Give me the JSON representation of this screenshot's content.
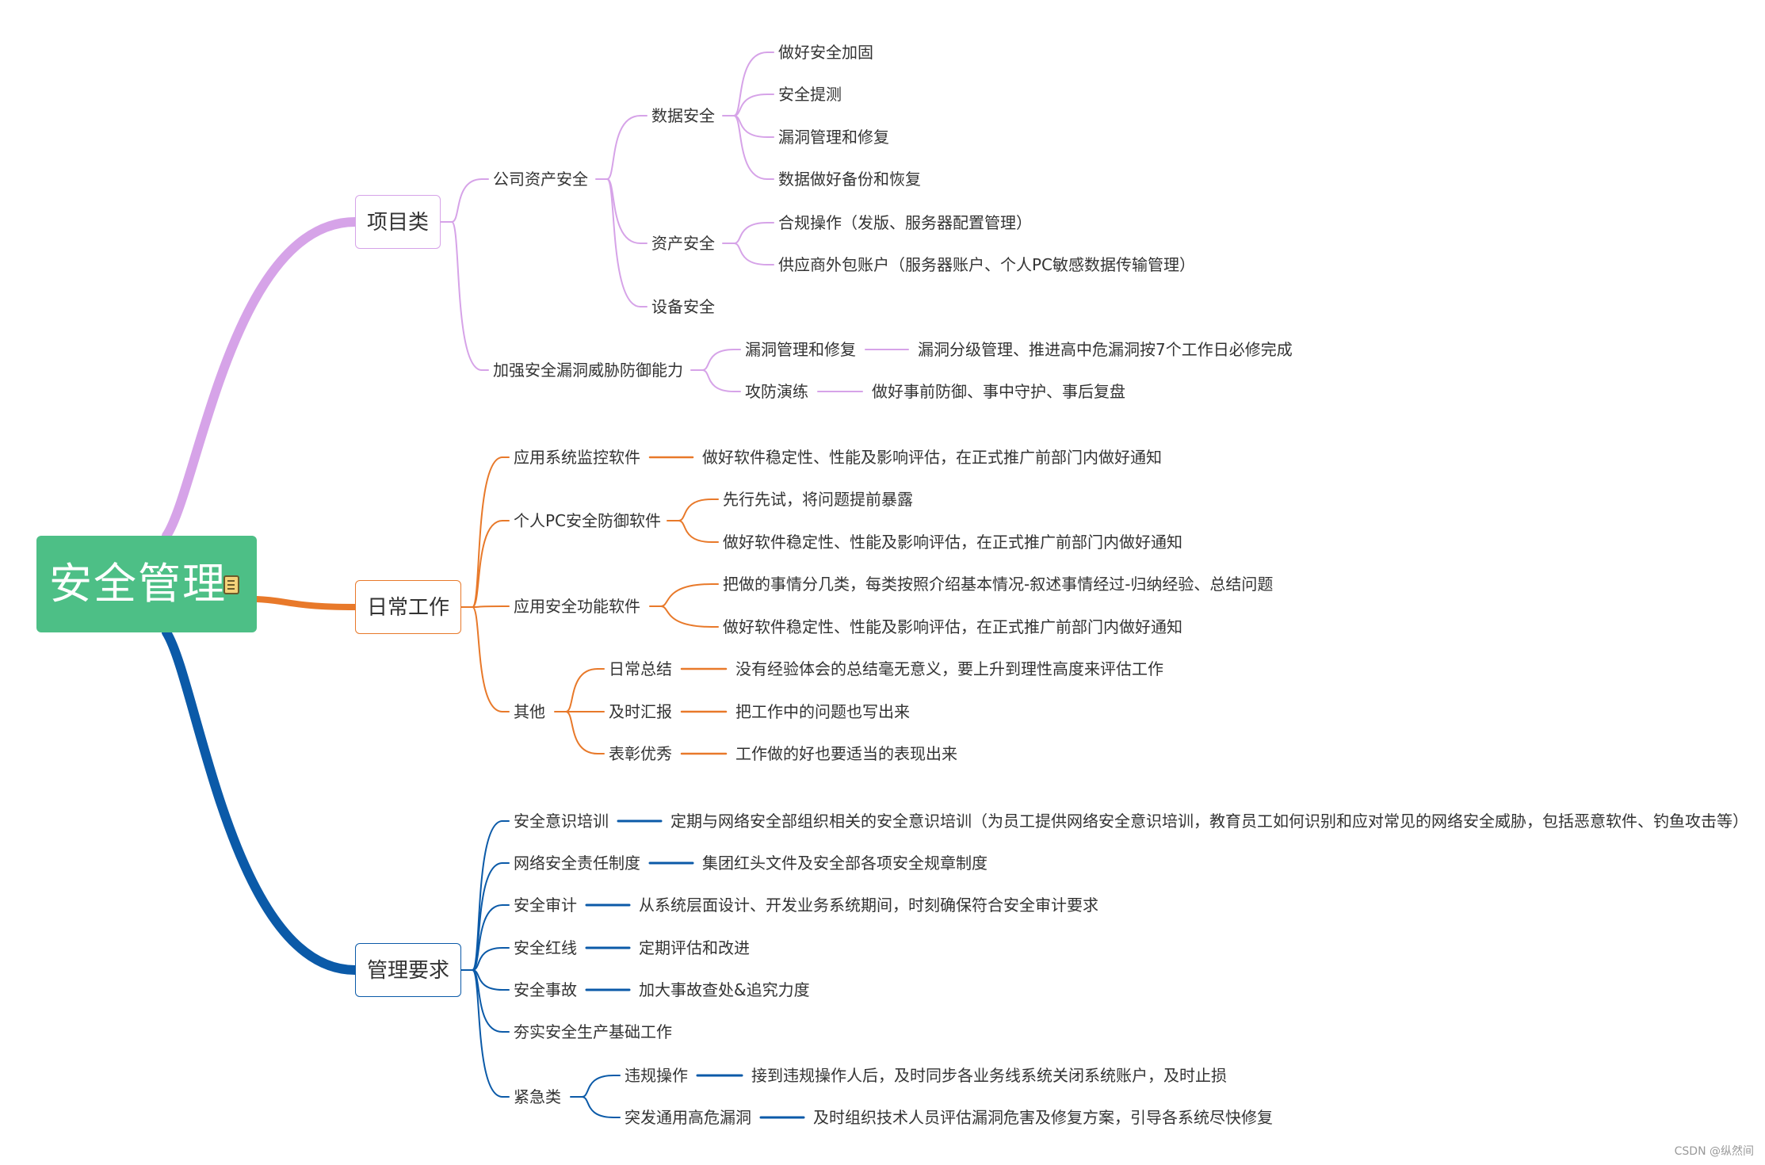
{
  "root": {
    "title": "安全管理",
    "icon": "note-icon"
  },
  "colors": {
    "b1": "#d6a3e8",
    "b2": "#e8792a",
    "b3": "#0b5aa8",
    "root": "#4dbf86"
  },
  "branches": [
    {
      "label": "项目类",
      "children": [
        {
          "label": "公司资产安全",
          "children": [
            {
              "label": "数据安全",
              "children": [
                {
                  "label": "做好安全加固"
                },
                {
                  "label": "安全提测"
                },
                {
                  "label": "漏洞管理和修复"
                },
                {
                  "label": "数据做好备份和恢复"
                }
              ]
            },
            {
              "label": "资产安全",
              "children": [
                {
                  "label": "合规操作（发版、服务器配置管理）"
                },
                {
                  "label": "供应商外包账户（服务器账户、个人PC敏感数据传输管理）"
                }
              ]
            },
            {
              "label": "设备安全"
            }
          ]
        },
        {
          "label": "加强安全漏洞威胁防御能力",
          "children": [
            {
              "label": "漏洞管理和修复",
              "children": [
                {
                  "label": "漏洞分级管理、推进高中危漏洞按7个工作日必修完成"
                }
              ]
            },
            {
              "label": "攻防演练",
              "children": [
                {
                  "label": "做好事前防御、事中守护、事后复盘"
                }
              ]
            }
          ]
        }
      ]
    },
    {
      "label": "日常工作",
      "children": [
        {
          "label": "应用系统监控软件",
          "children": [
            {
              "label": "做好软件稳定性、性能及影响评估，在正式推广前部门内做好通知"
            }
          ]
        },
        {
          "label": "个人PC安全防御软件",
          "children": [
            {
              "label": "先行先试，将问题提前暴露"
            },
            {
              "label": "做好软件稳定性、性能及影响评估，在正式推广前部门内做好通知"
            }
          ]
        },
        {
          "label": "应用安全功能软件",
          "children": [
            {
              "label": "把做的事情分几类，每类按照介绍基本情况-叙述事情经过-归纳经验、总结问题"
            },
            {
              "label": "做好软件稳定性、性能及影响评估，在正式推广前部门内做好通知"
            }
          ]
        },
        {
          "label": "其他",
          "children": [
            {
              "label": "日常总结",
              "children": [
                {
                  "label": "没有经验体会的总结毫无意义，要上升到理性高度来评估工作"
                }
              ]
            },
            {
              "label": "及时汇报",
              "children": [
                {
                  "label": "把工作中的问题也写出来"
                }
              ]
            },
            {
              "label": "表彰优秀",
              "children": [
                {
                  "label": "工作做的好也要适当的表现出来"
                }
              ]
            }
          ]
        }
      ]
    },
    {
      "label": "管理要求",
      "children": [
        {
          "label": "安全意识培训",
          "children": [
            {
              "label": "定期与网络安全部组织相关的安全意识培训（为员工提供网络安全意识培训，教育员工如何识别和应对常见的网络安全威胁，包括恶意软件、钓鱼攻击等）"
            }
          ]
        },
        {
          "label": "网络安全责任制度",
          "children": [
            {
              "label": "集团红头文件及安全部各项安全规章制度"
            }
          ]
        },
        {
          "label": "安全审计",
          "children": [
            {
              "label": "从系统层面设计、开发业务系统期间，时刻确保符合安全审计要求"
            }
          ]
        },
        {
          "label": "安全红线",
          "children": [
            {
              "label": "定期评估和改进"
            }
          ]
        },
        {
          "label": "安全事故",
          "children": [
            {
              "label": "加大事故查处&追究力度"
            }
          ]
        },
        {
          "label": "夯实安全生产基础工作"
        },
        {
          "label": "紧急类",
          "children": [
            {
              "label": "违规操作",
              "children": [
                {
                  "label": "接到违规操作人后，及时同步各业务线系统关闭系统账户，及时止损"
                }
              ]
            },
            {
              "label": "突发通用高危漏洞",
              "children": [
                {
                  "label": "及时组织技术人员评估漏洞危害及修复方案，引导各系统尽快修复"
                }
              ]
            }
          ]
        }
      ]
    }
  ],
  "footer": "CSDN @纵然间"
}
